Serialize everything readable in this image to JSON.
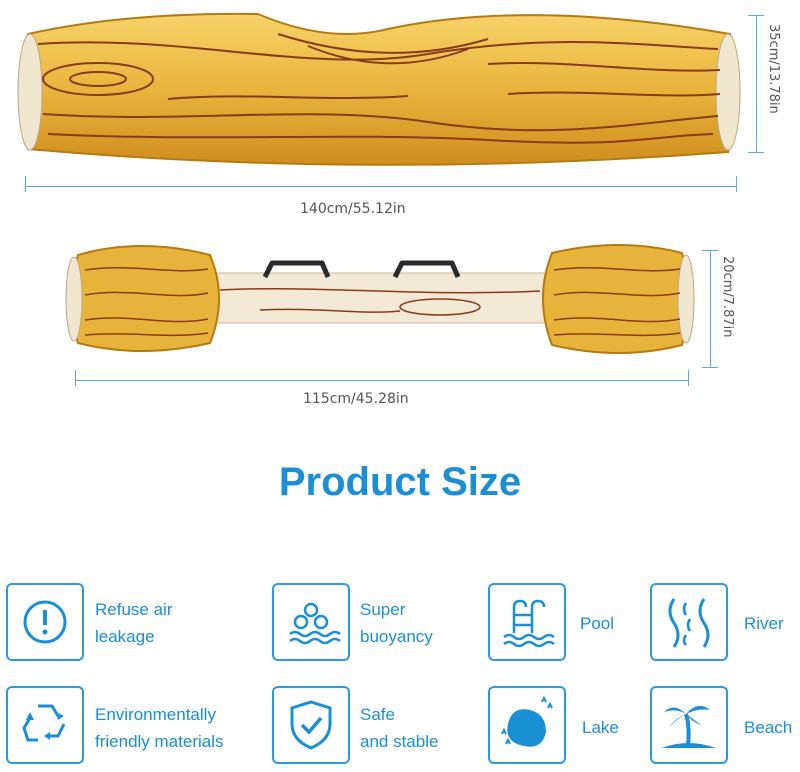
{
  "dimensions": {
    "log_length": "140cm/55.12in",
    "log_height": "35cm/13.78in",
    "bar_length": "115cm/45.28in",
    "bar_height": "20cm/7.87in"
  },
  "title": "Product Size",
  "features": [
    {
      "icon": "exclamation-circle-icon",
      "line1": "Refuse air",
      "line2": "leakage"
    },
    {
      "icon": "floating-balls-icon",
      "line1": "Super",
      "line2": "buoyancy"
    },
    {
      "icon": "pool-ladder-icon",
      "line1": "Pool",
      "line2": ""
    },
    {
      "icon": "river-waves-icon",
      "line1": "River",
      "line2": ""
    },
    {
      "icon": "recycle-icon",
      "line1": "Environmentally",
      "line2": "friendly materials"
    },
    {
      "icon": "shield-check-icon",
      "line1": "Safe",
      "line2": "and stable"
    },
    {
      "icon": "lake-icon",
      "line1": "Lake",
      "line2": ""
    },
    {
      "icon": "palm-beach-icon",
      "line1": "Beach",
      "line2": ""
    }
  ],
  "colors": {
    "accent": "#1a8fd6",
    "wood": "#e8b33a",
    "grain": "#7a2a1a",
    "cream": "#f3e9d6"
  }
}
